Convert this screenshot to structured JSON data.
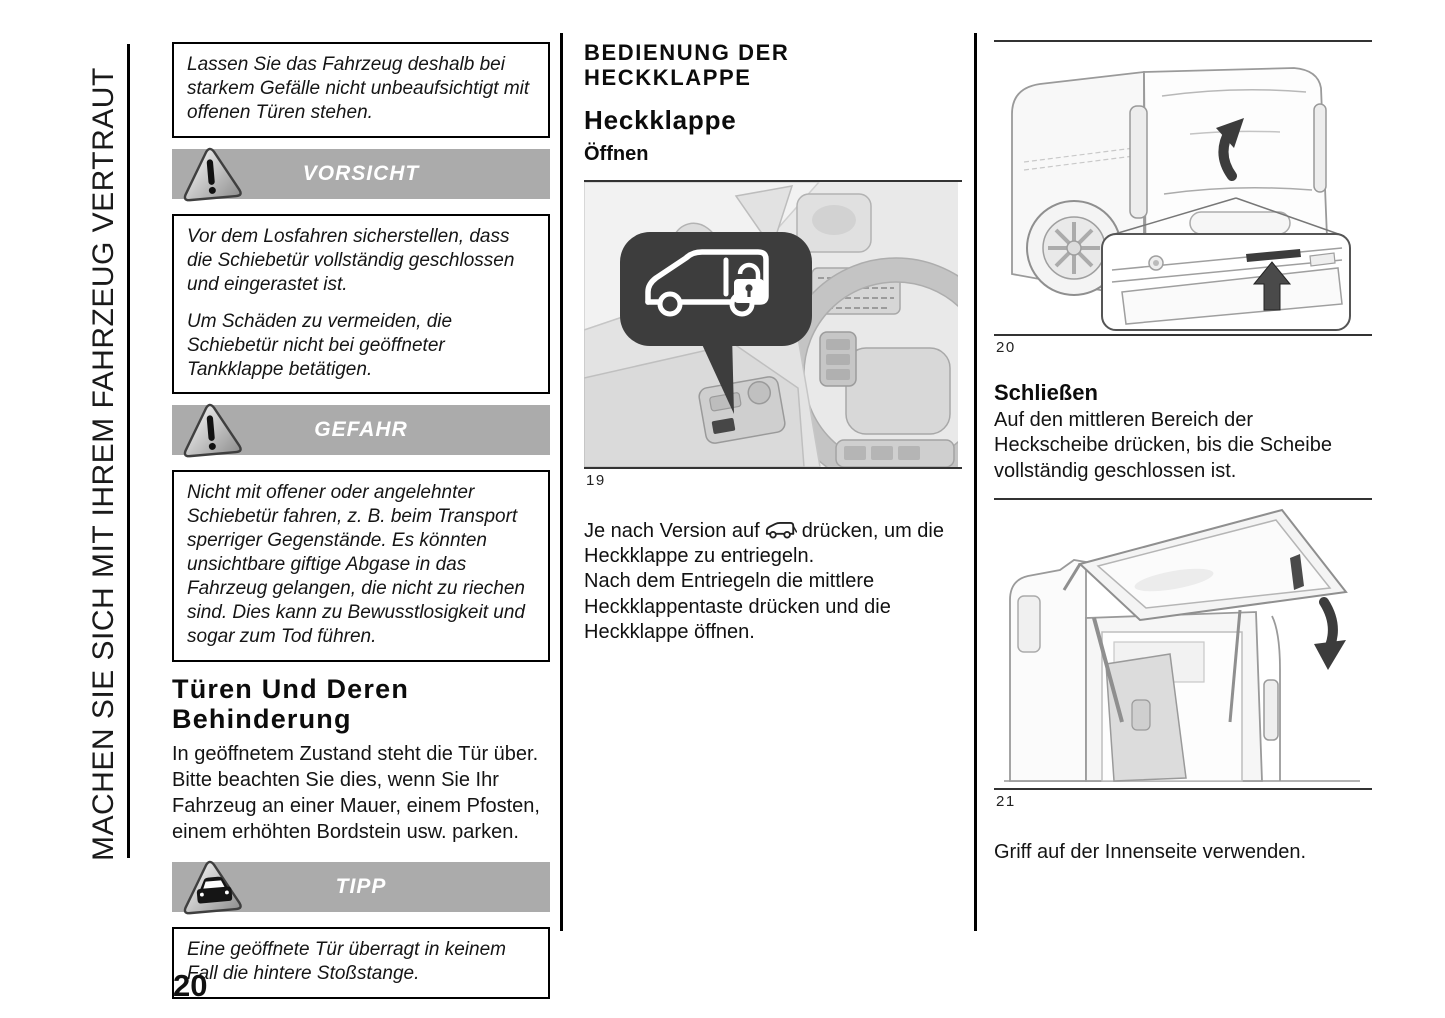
{
  "sidebar": {
    "vertical_label": "MACHEN SIE SICH MIT IHREM FAHRZEUG VERTRAUT"
  },
  "page": {
    "number": "20"
  },
  "colors": {
    "banner_gray": "#ababab",
    "callout_dark": "#3d3d3d",
    "figure_bg": "#e9e9e9",
    "arrow_dark": "#3c3c3c"
  },
  "icons": {
    "warning": "warning-triangle-icon",
    "tipp": "car-warning-sign-icon",
    "callout": "van-lock-icon",
    "inline": "tailgate-unlock-icon"
  },
  "column1": {
    "box1": "Lassen Sie das Fahrzeug deshalb bei starkem Gefälle nicht unbeaufsichtigt mit offenen Türen stehen.",
    "vorsicht_label": "VORSICHT",
    "box2_p1": "Vor dem Losfahren sicherstellen, dass die Schiebetür vollständig geschlossen und eingerastet ist.",
    "box2_p2": "Um Schäden zu vermeiden, die Schiebetür nicht bei geöffneter Tankklappe betätigen.",
    "gefahr_label": "GEFAHR",
    "box3": "Nicht mit offener oder angelehnter Schiebetür fahren, z. B. beim Transport sperriger Gegenstände. Es könnten unsichtbare giftige Abgase in das Fahrzeug gelangen, die nicht zu riechen sind. Dies kann zu Bewusstlosigkeit und sogar zum Tod führen.",
    "heading": "Türen Und Deren Behinderung",
    "paragraph": "In geöffnetem Zustand steht die Tür über. Bitte beachten Sie dies, wenn Sie Ihr Fahrzeug an einer Mauer, einem Pfosten, einem erhöhten Bordstein usw. parken.",
    "tipp_label": "TIPP",
    "box4": "Eine geöffnete Tür überragt in keinem Fall die hintere Stoßstange."
  },
  "column2": {
    "section_title": "BEDIENUNG DER HECKKLAPPE",
    "subheading": "Heckklappe",
    "subsubheading": "Öffnen",
    "figure19_number": "19",
    "para1_before_icon": "Je nach Version auf",
    "para1_after_icon": "drücken, um die Heckklappe zu entriegeln.",
    "para2": "Nach dem Entriegeln die mittlere Heckklappentaste drücken und die Heckklappe öffnen."
  },
  "column3": {
    "figure20_number": "20",
    "heading": "Schließen",
    "paragraph1": "Auf den mittleren Bereich der Heckscheibe drücken, bis die Scheibe vollständig geschlossen ist.",
    "figure21_number": "21",
    "paragraph2": "Griff auf der Innenseite verwenden."
  }
}
